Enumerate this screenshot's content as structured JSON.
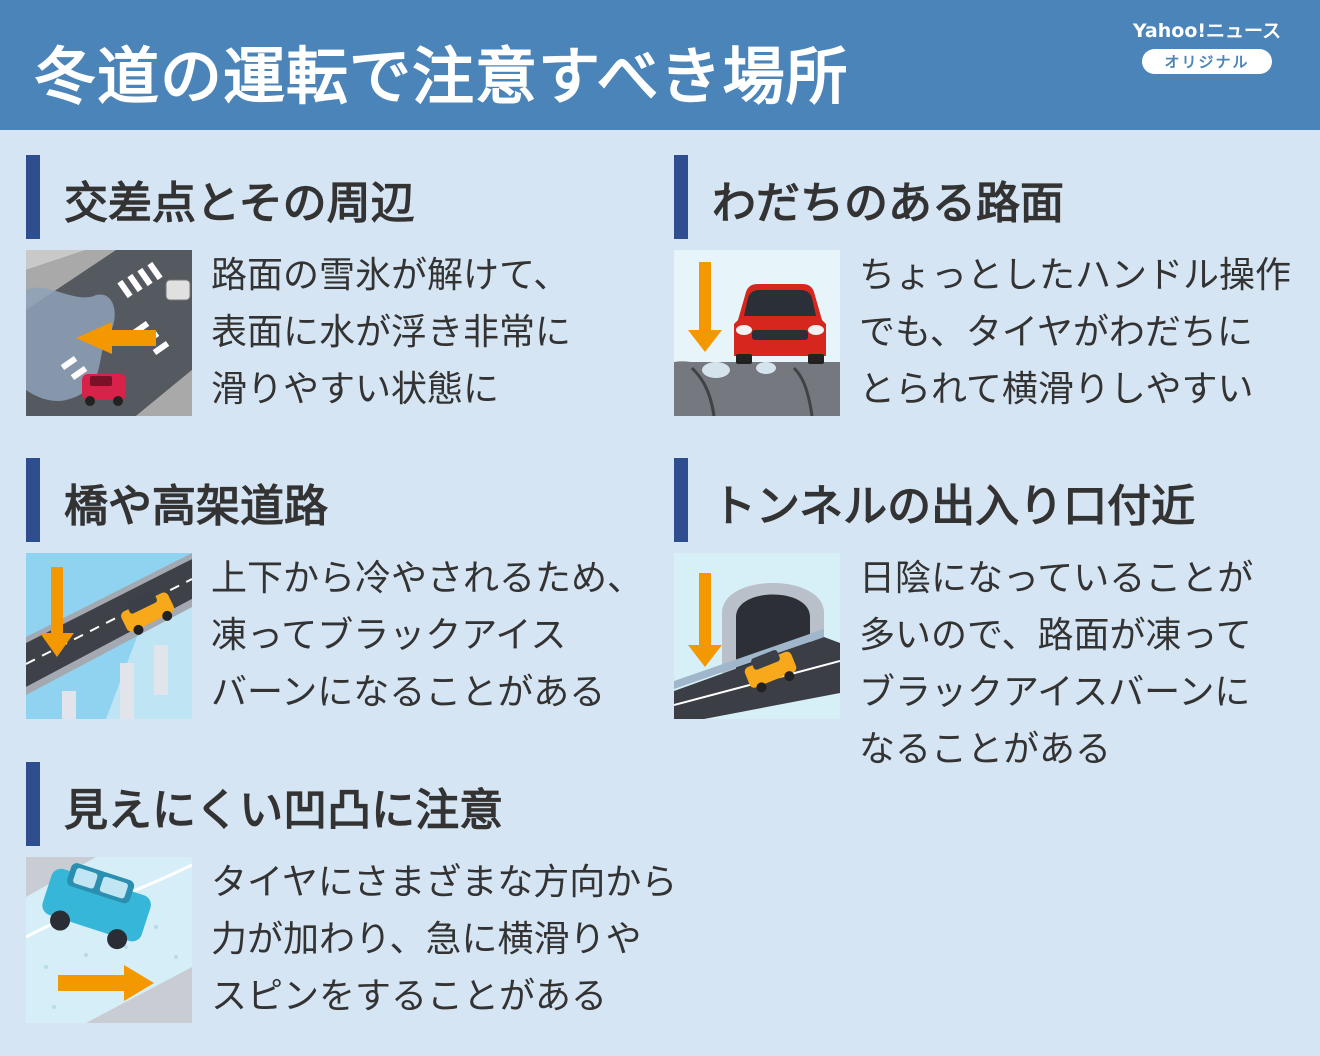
{
  "header": {
    "title": "冬道の運転で注意すべき場所",
    "brand_name": "Yahoo!ニュース",
    "brand_badge": "オリジナル"
  },
  "sections": [
    {
      "title": "交差点とその周辺",
      "lines": [
        "路面の雪氷が解けて、",
        "表面に水が浮き非常に",
        "滑りやすい状態に"
      ]
    },
    {
      "title": "わだちのある路面",
      "lines": [
        "ちょっとしたハンドル操作",
        "でも、タイヤがわだちに",
        "とられて横滑りしやすい"
      ]
    },
    {
      "title": "橋や高架道路",
      "lines": [
        "上下から冷やされるため、",
        "凍ってブラックアイス",
        "バーンになることがある"
      ]
    },
    {
      "title": "トンネルの出入り口付近",
      "lines": [
        "日陰になっていることが",
        "多いので、路面が凍って",
        "ブラックアイスバーンに",
        "なることがある"
      ]
    },
    {
      "title": "見えにくい凹凸に注意",
      "lines": [
        "タイヤにさまざまな方向から",
        "力が加わり、急に横滑りや",
        "スピンをすることがある"
      ]
    }
  ],
  "colors": {
    "background": "#d6e5f3",
    "header": "#4a84b8",
    "section_bar": "#2f4e8f",
    "arrow": "#f39800",
    "text": "#333333"
  },
  "icons": [
    "intersection-illustration",
    "rut-road-illustration",
    "bridge-illustration",
    "tunnel-illustration",
    "bumpy-road-illustration"
  ]
}
